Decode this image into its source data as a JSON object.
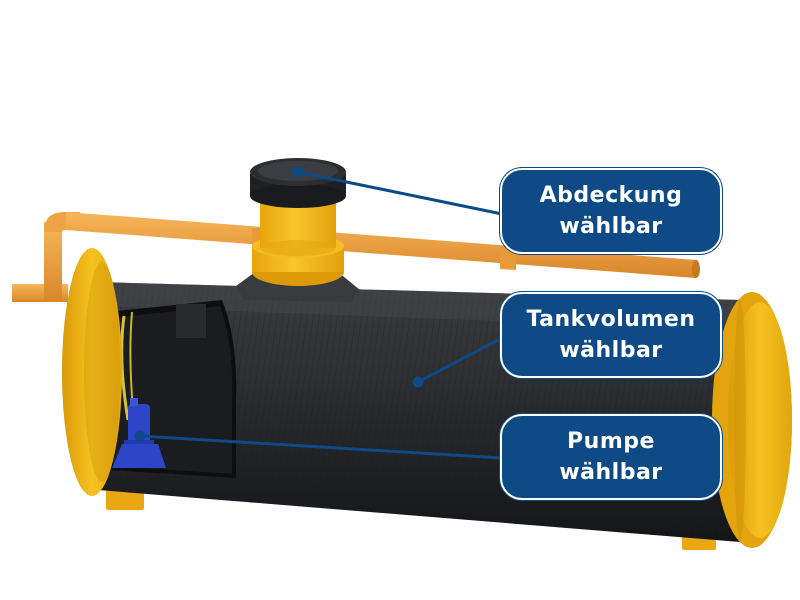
{
  "colors": {
    "callout_bg": "#0d4a86",
    "callout_text": "#ffffff",
    "leader_line": "#0d4a86",
    "tank_body": "#2b2d30",
    "flange_yellow": "#f2b413",
    "pipe_orange": "#f0a23a",
    "pump_blue": "#2d46c8"
  },
  "callouts": [
    {
      "line1": "Abdeckung",
      "line2": "wählbar"
    },
    {
      "line1": "Tankvolumen",
      "line2": "wählbar"
    },
    {
      "line1": "Pumpe",
      "line2": "wählbar"
    }
  ]
}
